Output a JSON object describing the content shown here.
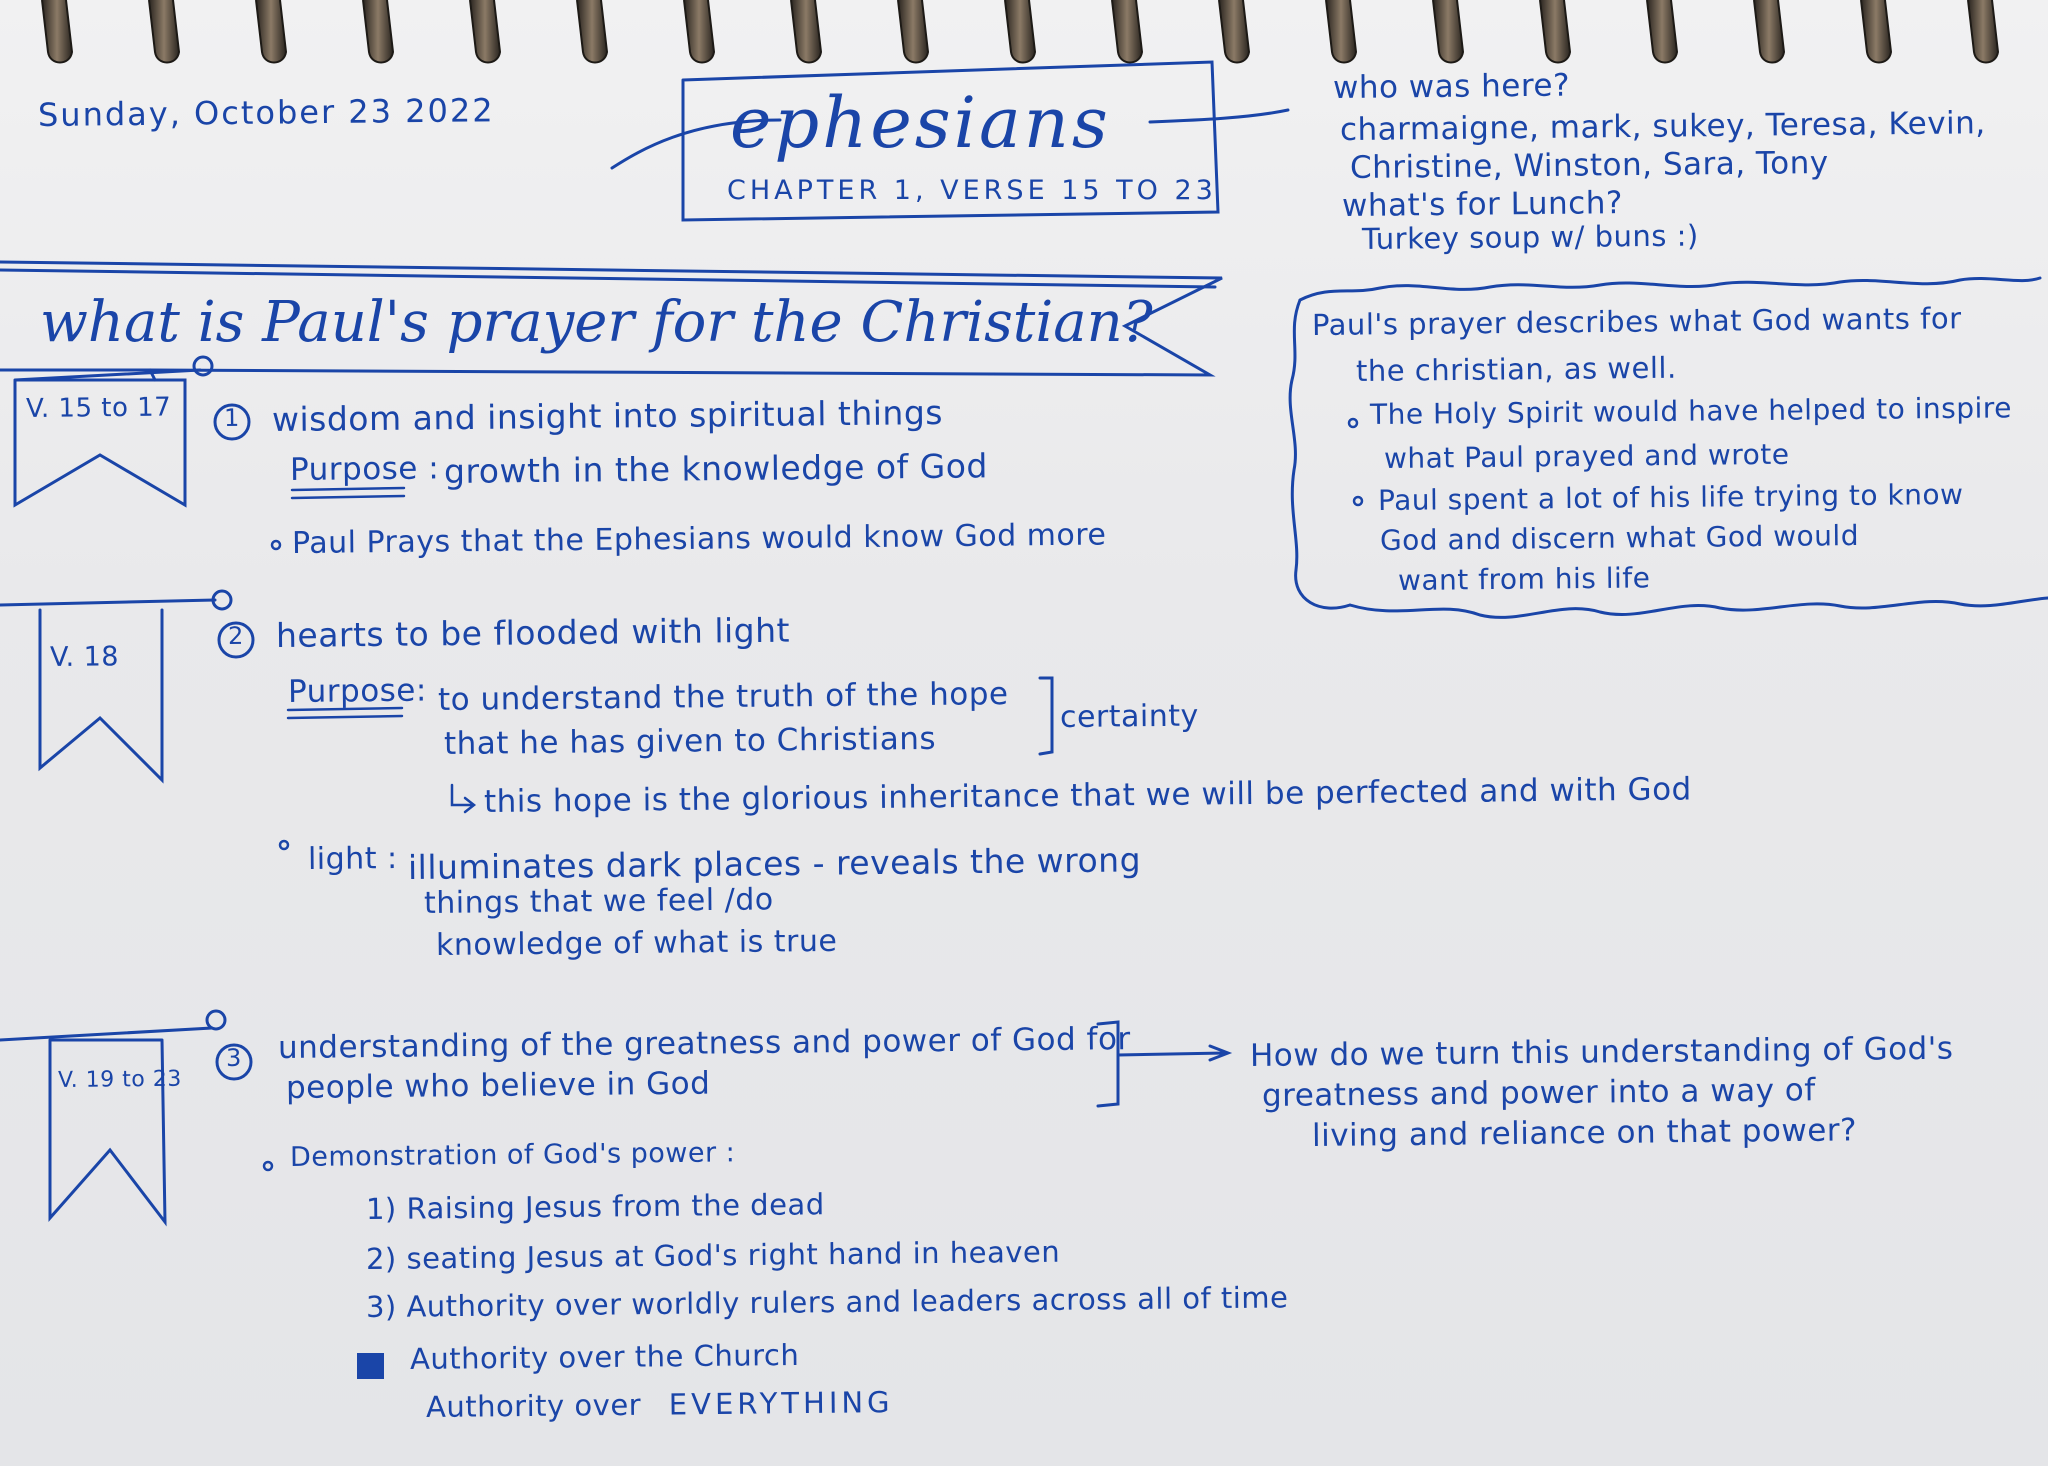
{
  "date": "Sunday, October 23 2022",
  "header": {
    "title": "ephesians",
    "subtitle": "CHAPTER 1, VERSE 15 TO 23"
  },
  "attendance": {
    "question": "who was here?",
    "names_line1": "charmaigne, mark, sukey, Teresa, Kevin,",
    "names_line2": "Christine, Winston, Sara, Tony",
    "lunch_question": "what's for Lunch?",
    "lunch_answer": "Turkey soup w/ buns :)"
  },
  "main_question": "what is Paul's prayer for the Christian?",
  "callout": {
    "line1": "Paul's prayer describes what God wants for",
    "line2": "the christian, as well.",
    "bullet1_line1": "The Holy Spirit would have helped to inspire",
    "bullet1_line2": "what Paul prayed and wrote",
    "bullet2_line1": "Paul spent a lot of his life trying to know",
    "bullet2_line2": "God and discern what God would",
    "bullet2_line3": "want from his life"
  },
  "sections": [
    {
      "banner": "V. 15 to 17",
      "number": "1",
      "heading": "wisdom and insight into spiritual things",
      "purpose_label": "Purpose :",
      "purpose_text": "growth in the knowledge of God",
      "bullet": "Paul Prays that the Ephesians would know God more"
    },
    {
      "banner": "V. 18",
      "number": "2",
      "heading": "hearts to be flooded with light",
      "purpose_label": "Purpose:",
      "purpose_line1": "to understand the truth of the hope",
      "purpose_line2": "that he has given to Christians",
      "bracket_note": "certainty",
      "arrow_note": "this hope is the glorious inheritance that we will be perfected and with God",
      "light_label": "light :",
      "light_line1": "illuminates dark places - reveals the wrong",
      "light_line2": "things that we feel /do",
      "light_line3": "knowledge of what is true"
    },
    {
      "banner": "V. 19 to 23",
      "number": "3",
      "heading_line1": "understanding of the greatness and power of God for",
      "heading_line2": "people who believe in God",
      "side_question_line1": "How do we turn this understanding of God's",
      "side_question_line2": "greatness and power into a way of",
      "side_question_line3": "living and reliance on that power?",
      "demo_label": "Demonstration of God's power :",
      "items": [
        "1) Raising Jesus from the dead",
        "2) seating Jesus at God's right hand in heaven",
        "3) Authority over worldly rulers and leaders across all of time"
      ],
      "extra_line1": "Authority over the Church",
      "extra_line2_prefix": "Authority over",
      "extra_line2_emph": "EVERYTHING"
    }
  ]
}
